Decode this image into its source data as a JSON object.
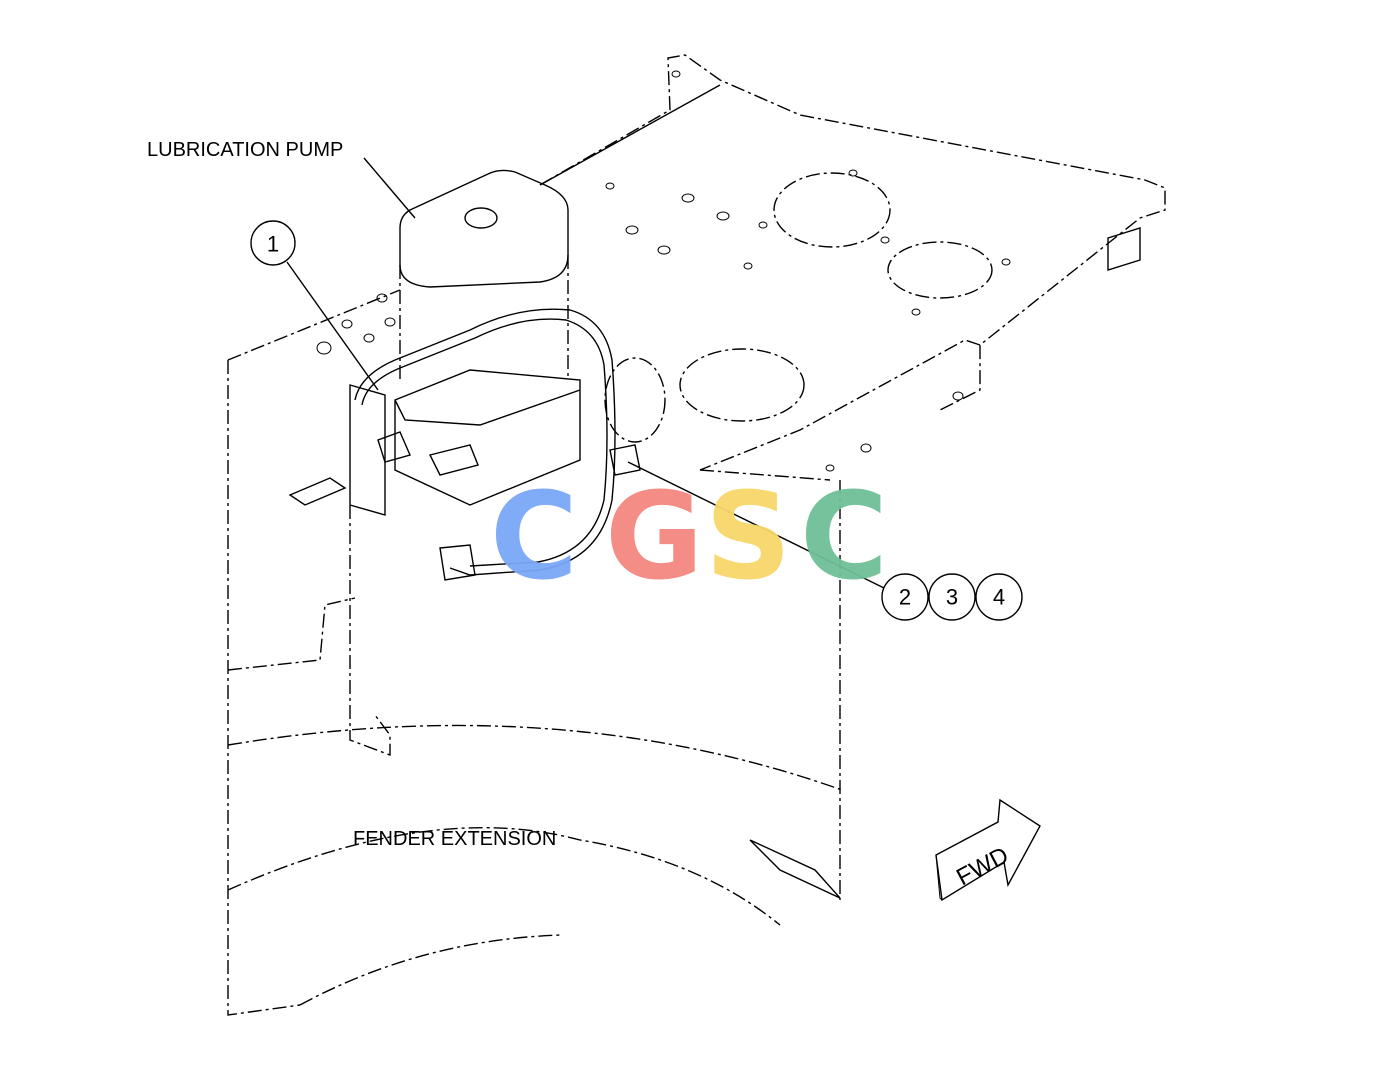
{
  "labels": {
    "lubrication_pump": "LUBRICATION PUMP",
    "fender_extension": "FENDER EXTENSION",
    "fwd": "FWD"
  },
  "callouts": [
    "1",
    "2",
    "3",
    "4"
  ],
  "watermark": {
    "letters": [
      "C",
      "G",
      "S",
      "C"
    ],
    "colors": [
      "#7aa7f7",
      "#f4877f",
      "#f8d86a",
      "#6fbf98"
    ]
  }
}
